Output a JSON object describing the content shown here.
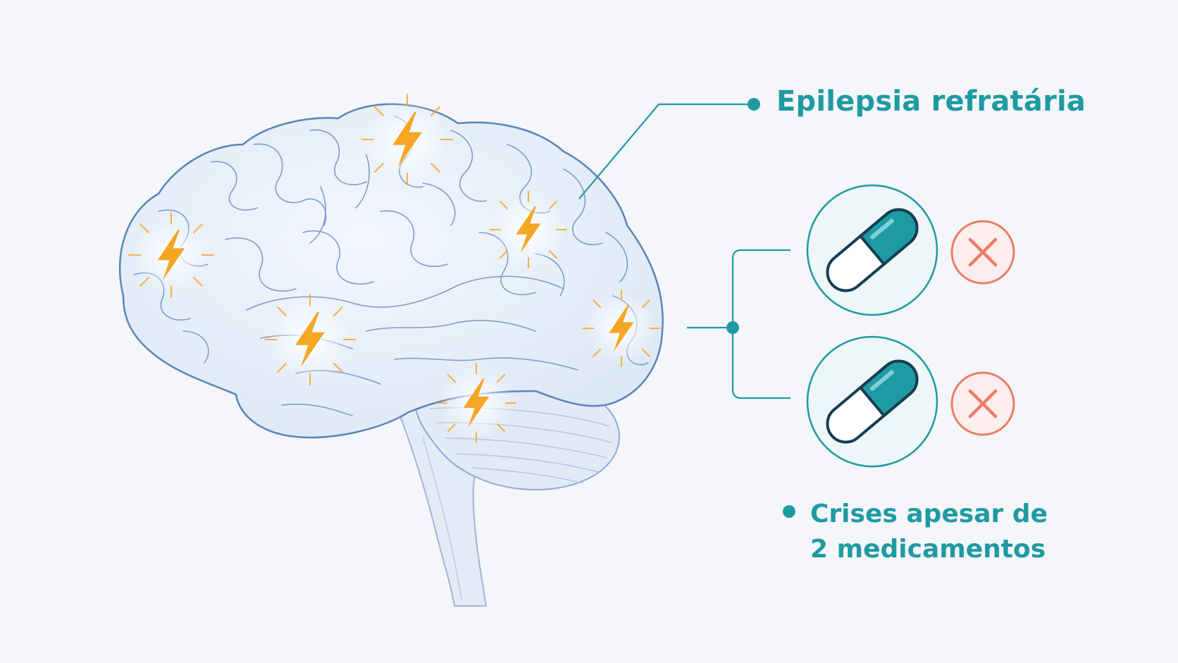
{
  "labels": {
    "condition": "Epilepsia refratária",
    "note_line1": "Crises apesar de",
    "note_line2": "2 medicamentos"
  },
  "colors": {
    "background": "#f4f6f9",
    "brain_fill": "#e6eef9",
    "brain_stroke": "#5b84b8",
    "accent_teal": "#1f9aa3",
    "seizure_orange": "#f5a623",
    "reject_red": "#ef7b68"
  },
  "icons": {
    "seizure": "lightning-bolt-icon",
    "medication": "capsule-icon",
    "failed": "x-circle-icon"
  },
  "medications": [
    {
      "icon": "capsule-icon",
      "status": "x-circle-icon"
    },
    {
      "icon": "capsule-icon",
      "status": "x-circle-icon"
    }
  ]
}
